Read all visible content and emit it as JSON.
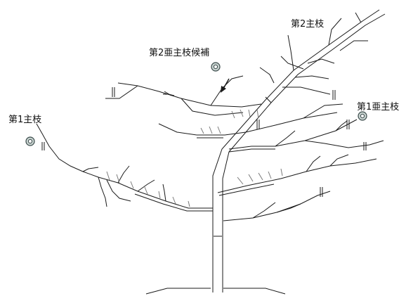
{
  "labels": {
    "main_branch_1": "第1主枝",
    "main_branch_2": "第2主枝",
    "sub_main_branch_1": "第1亜主枝",
    "sub_main_branch_2_candidate": "第2亜主枝候補"
  },
  "colors": {
    "line": "#1a1a1a",
    "twig": "#7a7a7a",
    "marker_fill": "#c8d3d0",
    "marker_stroke": "#3a4a4a"
  }
}
